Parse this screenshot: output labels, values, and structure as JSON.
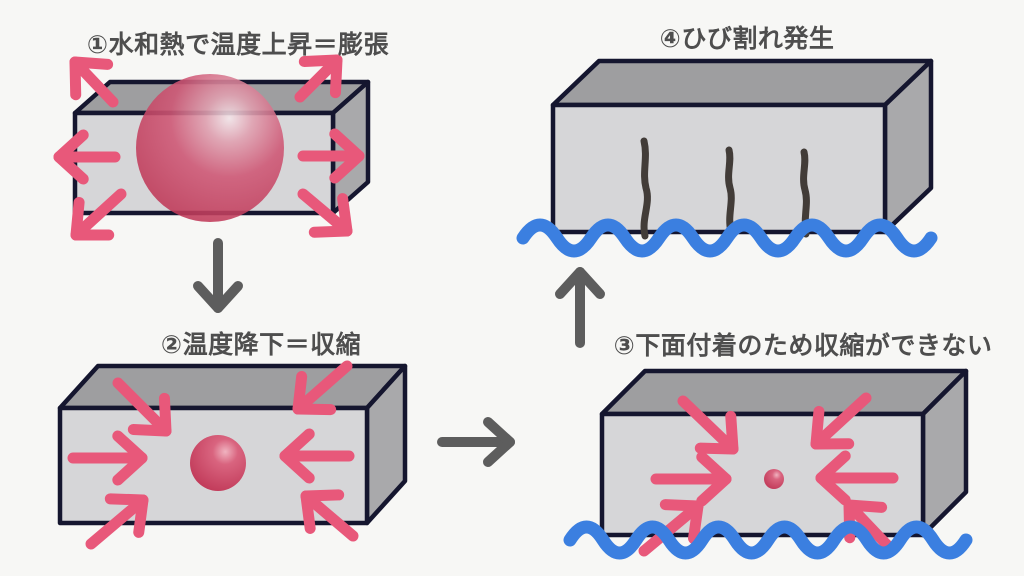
{
  "diagram": {
    "steps": [
      {
        "id": 1,
        "label": "①水和熱で温度上昇＝膨張"
      },
      {
        "id": 2,
        "label": "②温度降下＝収縮"
      },
      {
        "id": 3,
        "label": "③下面付着のため収縮ができない"
      },
      {
        "id": 4,
        "label": "④ひび割れ発生"
      }
    ],
    "icons": {
      "expansion_arrows": "pink arrows pointing outward from block",
      "contraction_arrows": "pink arrows pointing inward to block",
      "flow_arrows": "gray straight arrows connecting steps",
      "cracks": "dark wavy vertical lines in block",
      "water_wave": "blue sine wave under block"
    },
    "colors": {
      "background": "#f7f7f5",
      "box_outline": "#15162f",
      "box_front": "#d6d6d8",
      "box_top": "#9e9ea0",
      "box_side": "#a9a9ab",
      "sphere_red": "#c84362",
      "arrow_pink": "#e8587a",
      "arrow_gray": "#5d5d5d",
      "crack_dark": "#423c38",
      "water_blue": "#3b7fe0",
      "label_text": "#4e4e4e"
    }
  }
}
